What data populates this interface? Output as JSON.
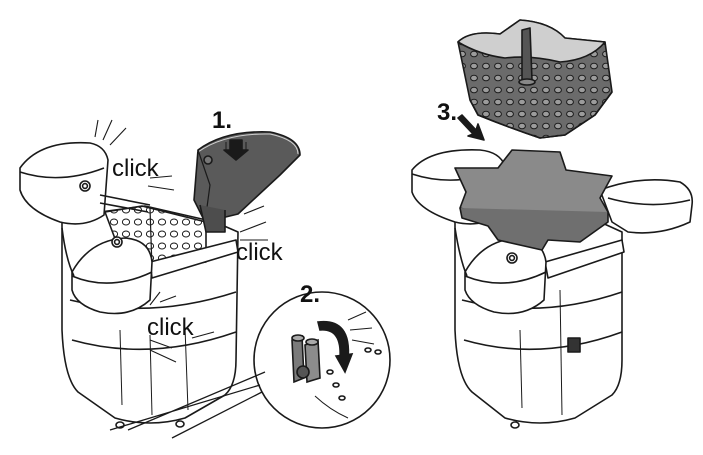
{
  "labels": {
    "step1": "1.",
    "step2": "2.",
    "step3": "3.",
    "click_left": "click",
    "click_mid": "click",
    "click_front": "click"
  },
  "colors": {
    "stroke": "#1a1a1a",
    "body_fill": "#ffffff",
    "lid_dark": "#5a5a5a",
    "basket_grey": "#6b6b6b",
    "slab_grey": "#8a8a8a"
  }
}
